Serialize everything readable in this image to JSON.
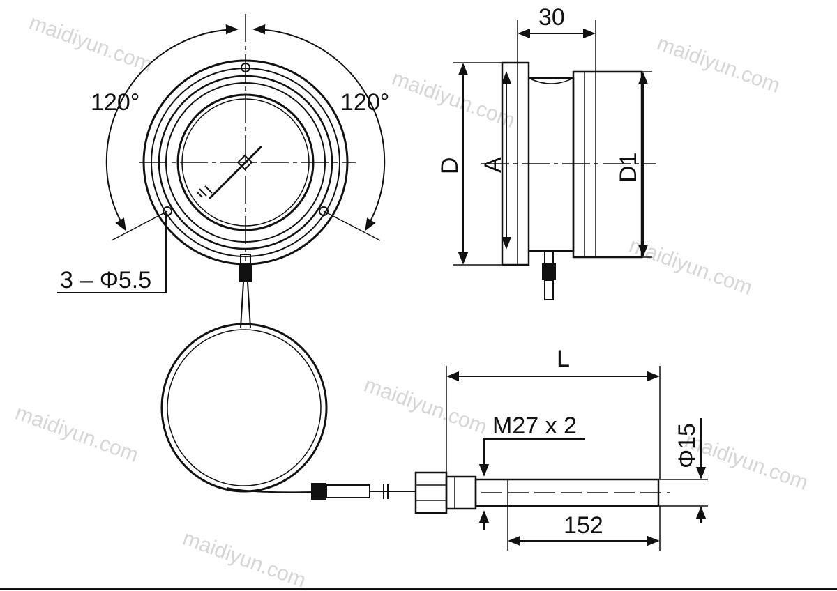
{
  "labels": {
    "angle_left": "120°",
    "angle_right": "120°",
    "mounting_holes": "3 – Φ5.5",
    "depth": "30",
    "dim_d": "D",
    "dim_a": "A",
    "dim_d1": "D1",
    "length": "L",
    "thread": "M27 x 2",
    "probe_diameter": "Φ15",
    "probe_length": "152"
  },
  "watermark": "maidiyun.com",
  "colors": {
    "ink": "#111111",
    "watermark": "#d6d6d6",
    "background": "#ffffff"
  }
}
